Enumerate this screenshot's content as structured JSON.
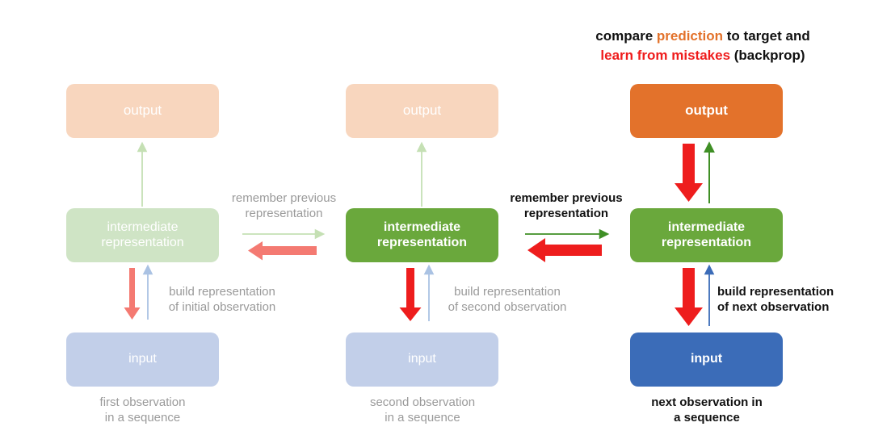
{
  "headline": {
    "line1_part1": "compare ",
    "line1_highlight": "prediction",
    "line1_part2": " to target and",
    "line2_highlight": "learn from mistakes",
    "line2_part2": " (backprop)"
  },
  "colors": {
    "output_solid": "#e3722b",
    "output_faded": "#f8d6be",
    "intermediate_solid": "#6aa83c",
    "intermediate_faded": "#cfe4c5",
    "input_solid": "#3b6cb8",
    "input_faded": "#c2cfe9",
    "arrow_red_solid": "#ee1d1d",
    "arrow_red_faded": "#f47a72",
    "arrow_green_solid": "#3f8f25",
    "arrow_green_faded": "#c5e0b4",
    "arrow_blue_solid": "#3b6cb8",
    "arrow_blue_faded": "#aac2e3",
    "caption_faded": "#9a9a9a",
    "caption_dark": "#111111"
  },
  "columns": [
    {
      "id": "timestep-1",
      "state": "faded",
      "output_label": "output",
      "intermediate_label_line1": "intermediate",
      "intermediate_label_line2": "representation",
      "input_label": "input",
      "build_caption_line1": "build representation",
      "build_caption_line2": "of initial observation",
      "observation_caption_line1": "first observation",
      "observation_caption_line2": "in a sequence"
    },
    {
      "id": "timestep-2",
      "state": "mixed",
      "output_label": "output",
      "intermediate_label_line1": "intermediate",
      "intermediate_label_line2": "representation",
      "input_label": "input",
      "build_caption_line1": "build representation",
      "build_caption_line2": "of second observation",
      "observation_caption_line1": "second observation",
      "observation_caption_line2": "in a sequence"
    },
    {
      "id": "timestep-3",
      "state": "solid",
      "output_label": "output",
      "intermediate_label_line1": "intermediate",
      "intermediate_label_line2": "representation",
      "input_label": "input",
      "build_caption_line1": "build representation",
      "build_caption_line2": "of next observation",
      "observation_caption_line1": "next observation in",
      "observation_caption_line2": "a sequence"
    }
  ],
  "recurrent_links": [
    {
      "id": "link-1-to-2",
      "state": "faded",
      "caption_line1": "remember previous",
      "caption_line2": "representation"
    },
    {
      "id": "link-2-to-3",
      "state": "solid",
      "caption_line1": "remember previous",
      "caption_line2": "representation"
    }
  ]
}
